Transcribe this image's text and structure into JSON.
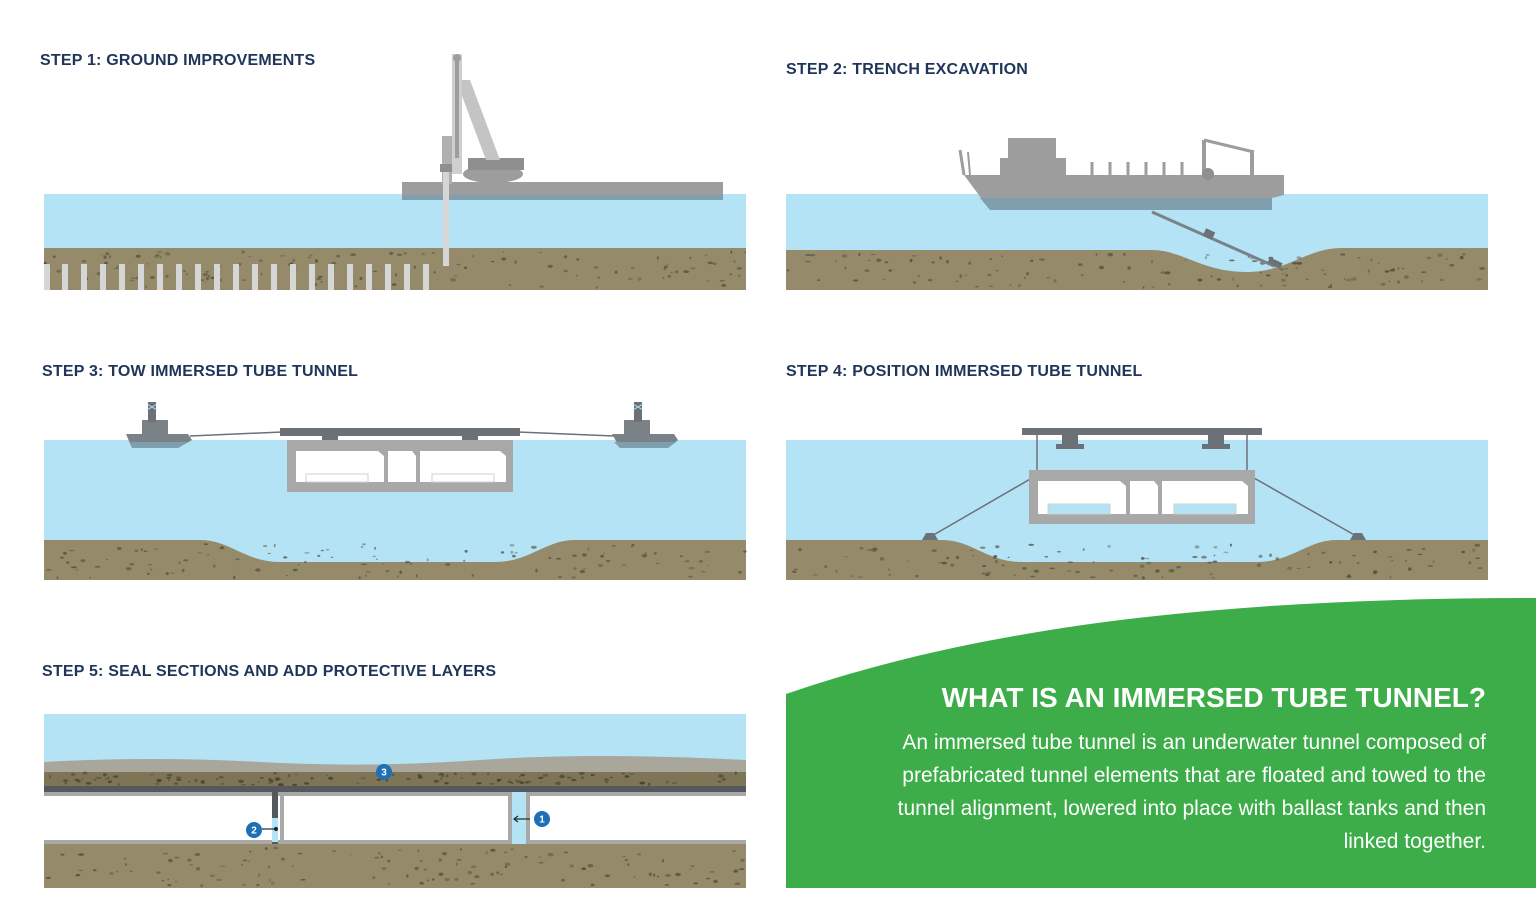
{
  "steps": [
    {
      "title": "STEP 1: GROUND IMPROVEMENTS"
    },
    {
      "title": "STEP 2: TRENCH EXCAVATION"
    },
    {
      "title": "STEP 3: TOW IMMERSED TUBE TUNNEL"
    },
    {
      "title": "STEP 4: POSITION IMMERSED TUBE TUNNEL"
    },
    {
      "title": "STEP 5: SEAL SECTIONS AND ADD PROTECTIVE LAYERS"
    }
  ],
  "callouts": [
    "1",
    "2",
    "3"
  ],
  "info": {
    "title": "WHAT IS AN IMMERSED TUBE TUNNEL?",
    "body": "An immersed tube tunnel is an underwater tunnel composed of prefabricated tunnel elements that are floated and towed to the tunnel alignment, lowered into place with ballast tanks and then linked together."
  },
  "colors": {
    "water": "#b3e3f5",
    "seabed": "#958a6a",
    "structure": "#9d9d9d",
    "dark_structure": "#6b7177",
    "accent": "#3cad49",
    "title_text": "#1f3559",
    "callout": "#1d6fb6"
  }
}
